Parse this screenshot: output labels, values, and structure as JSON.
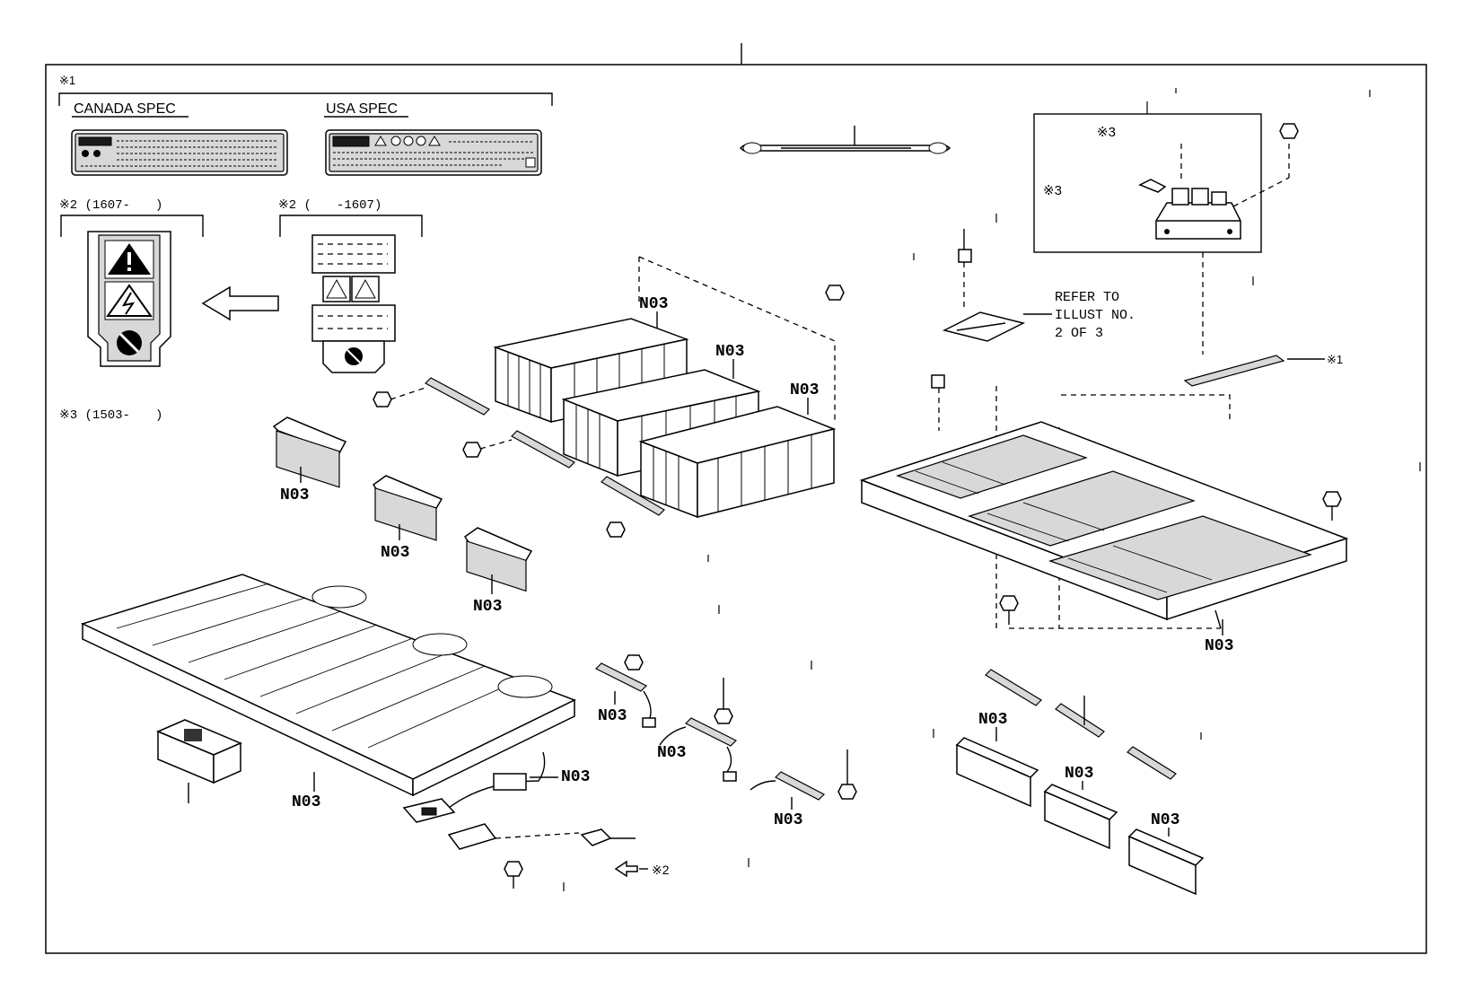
{
  "labels": {
    "note1_mark": "※1",
    "canada_spec": "CANADA SPEC",
    "usa_spec": "USA SPEC",
    "note2_from": "※2 (1607-　　)",
    "note2_to": "※2 (　　-1607)",
    "note3_range": "※3 (1503-　　)",
    "note3_box_a": "※3",
    "note3_box_b": "※3",
    "note1_ref": "※1",
    "note2_ref": "※2",
    "refer_line1": "REFER TO",
    "refer_line2": "ILLUST NO.",
    "refer_line3": "2 OF 3"
  },
  "part_code": "N03",
  "colors": {
    "line": "#000000",
    "background": "#ffffff",
    "shade": "#d8d8d8"
  },
  "icons": {
    "warning": "warning-triangle-icon",
    "shock": "electric-shock-icon",
    "no_touch": "no-touch-icon",
    "arrow": "left-arrow-icon"
  }
}
